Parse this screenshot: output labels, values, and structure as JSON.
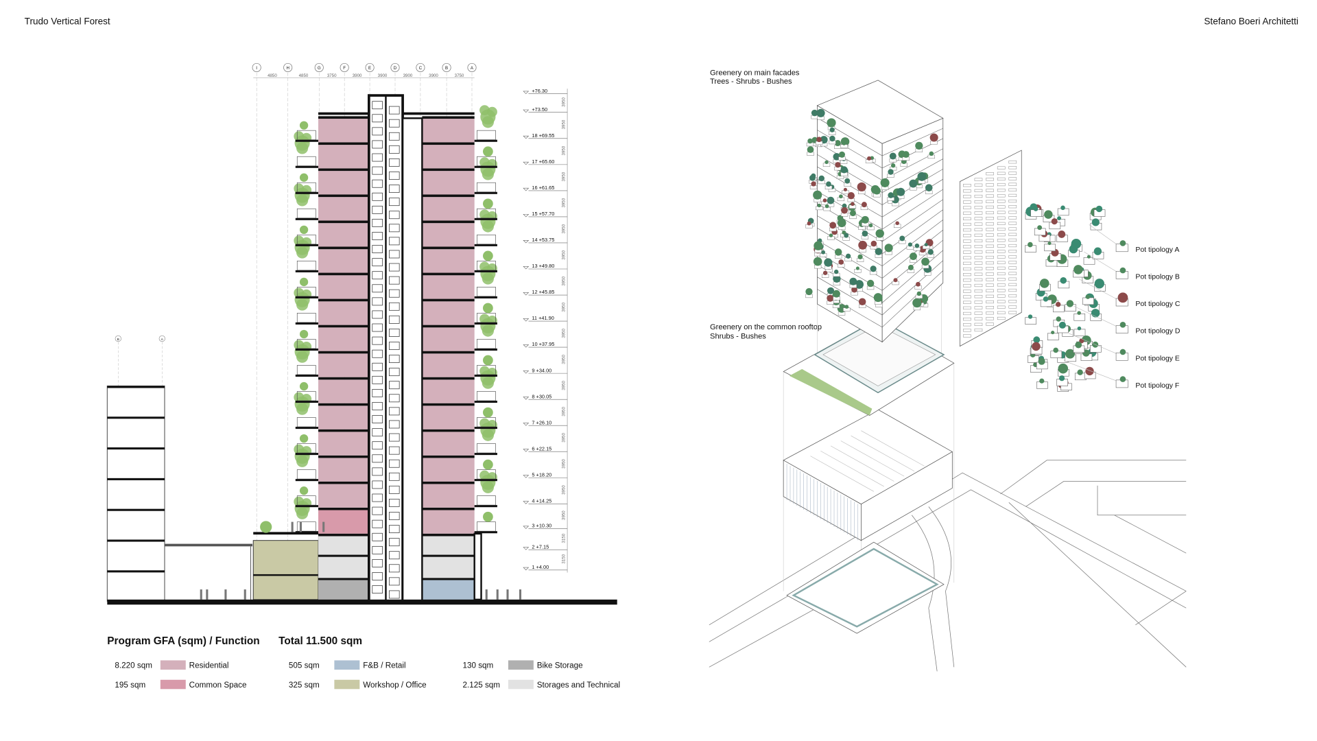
{
  "header": {
    "title": "Trudo Vertical Forest",
    "studio": "Stefano Boeri Architetti"
  },
  "section": {
    "grid_axes": [
      "I",
      "H",
      "G",
      "F",
      "E",
      "D",
      "C",
      "B",
      "A"
    ],
    "grid_dimensions": [
      "4850",
      "4850",
      "3750",
      "3900",
      "3900",
      "3900",
      "3900",
      "3750"
    ],
    "old_building_axes": [
      "B",
      "A"
    ],
    "levels": [
      "+76.30",
      "+73.50",
      "18  +69.55",
      "17  +65.60",
      "16  +61.65",
      "15  +57.70",
      "14  +53.75",
      "13  +49.80",
      "12  +45.85",
      "11  +41.90",
      "10  +37.95",
      "9  +34.00",
      "8  +30.05",
      "7  +26.10",
      "6  +22.15",
      "5  +18.20",
      "4  +14.25",
      "3  +10.30",
      "2  +7.15",
      "1  +4.00"
    ],
    "floor_dimension": "3950",
    "lower_floor_dimension": "3150"
  },
  "legend": {
    "title": "Program GFA (sqm) / Function",
    "total": "Total 11.500 sqm",
    "items": [
      {
        "value": "8.220 sqm",
        "label": "Residential",
        "color": "#d4b0bb"
      },
      {
        "value": "195 sqm",
        "label": "Common Space",
        "color": "#d89aaa"
      },
      {
        "value": "505 sqm",
        "label": "F&B  /  Retail",
        "color": "#adc0d2"
      },
      {
        "value": "325 sqm",
        "label": "Workshop  /  Office",
        "color": "#c9c9a5"
      },
      {
        "value": "130 sqm",
        "label": "Bike Storage",
        "color": "#b0b0b0"
      },
      {
        "value": "2.125 sqm",
        "label": "Storages and Technical",
        "color": "#e2e2e2"
      }
    ]
  },
  "axon": {
    "facade_note": [
      "Greenery on main facades",
      "Trees - Shrubs - Bushes"
    ],
    "rooftop_note": [
      "Greenery on the common rooftop",
      "Shrubs - Bushes"
    ],
    "pots": [
      "Pot tipology A",
      "Pot tipology B",
      "Pot tipology C",
      "Pot tipology D",
      "Pot tipology E",
      "Pot tipology F"
    ]
  },
  "colors": {
    "tree_green": "#4f8a5e",
    "tree_light": "#8fbf6a",
    "tree_red": "#8c4a4a",
    "lawn": "#a9c98a"
  }
}
